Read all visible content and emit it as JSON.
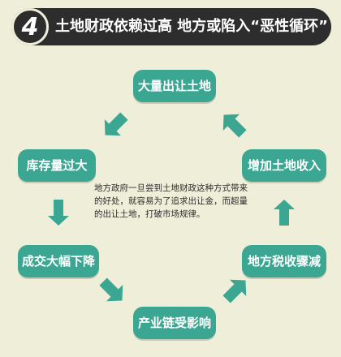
{
  "header": {
    "number": "4",
    "title": "土地财政依赖过高  地方或陷入“恶性循环”"
  },
  "nodes": {
    "top": "大量出让土地",
    "left_upper": "库存量过大",
    "left_lower": "成交大幅下降",
    "bottom": "产业链受影响",
    "right_lower": "地方税收骤减",
    "right_upper": "增加土地收入"
  },
  "center_text": "地方政府一旦尝到土地财政这种方式带来的好处，就容易为了追求出让金，而超量的出让土地，打破市场规律。",
  "colors": {
    "background": "#eeeed9",
    "header_bg": "#2d2d2d",
    "node_bg": "#3ba691",
    "arrow": "#3ba691"
  }
}
